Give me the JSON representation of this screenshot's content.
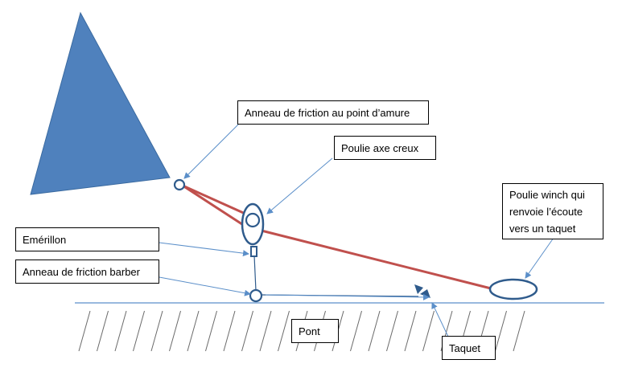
{
  "labels": {
    "amure": "Anneau de friction au point d’amure",
    "poulie_axe": "Poulie axe creux",
    "poulie_winch": "Poulie winch qui renvoie l’écoute vers un taquet",
    "emerillon": "Emérillon",
    "barber": "Anneau de friction barber",
    "pont": "Pont",
    "taquet": "Taquet"
  },
  "colors": {
    "sail": "#4f81bd",
    "sail_edge": "#3a6aa0",
    "line": "#c0504d",
    "hardware": "#2f5b8c",
    "leader": "#5b8fc9",
    "deck": "#5b8fc9",
    "hatch": "#6a6a6a"
  }
}
